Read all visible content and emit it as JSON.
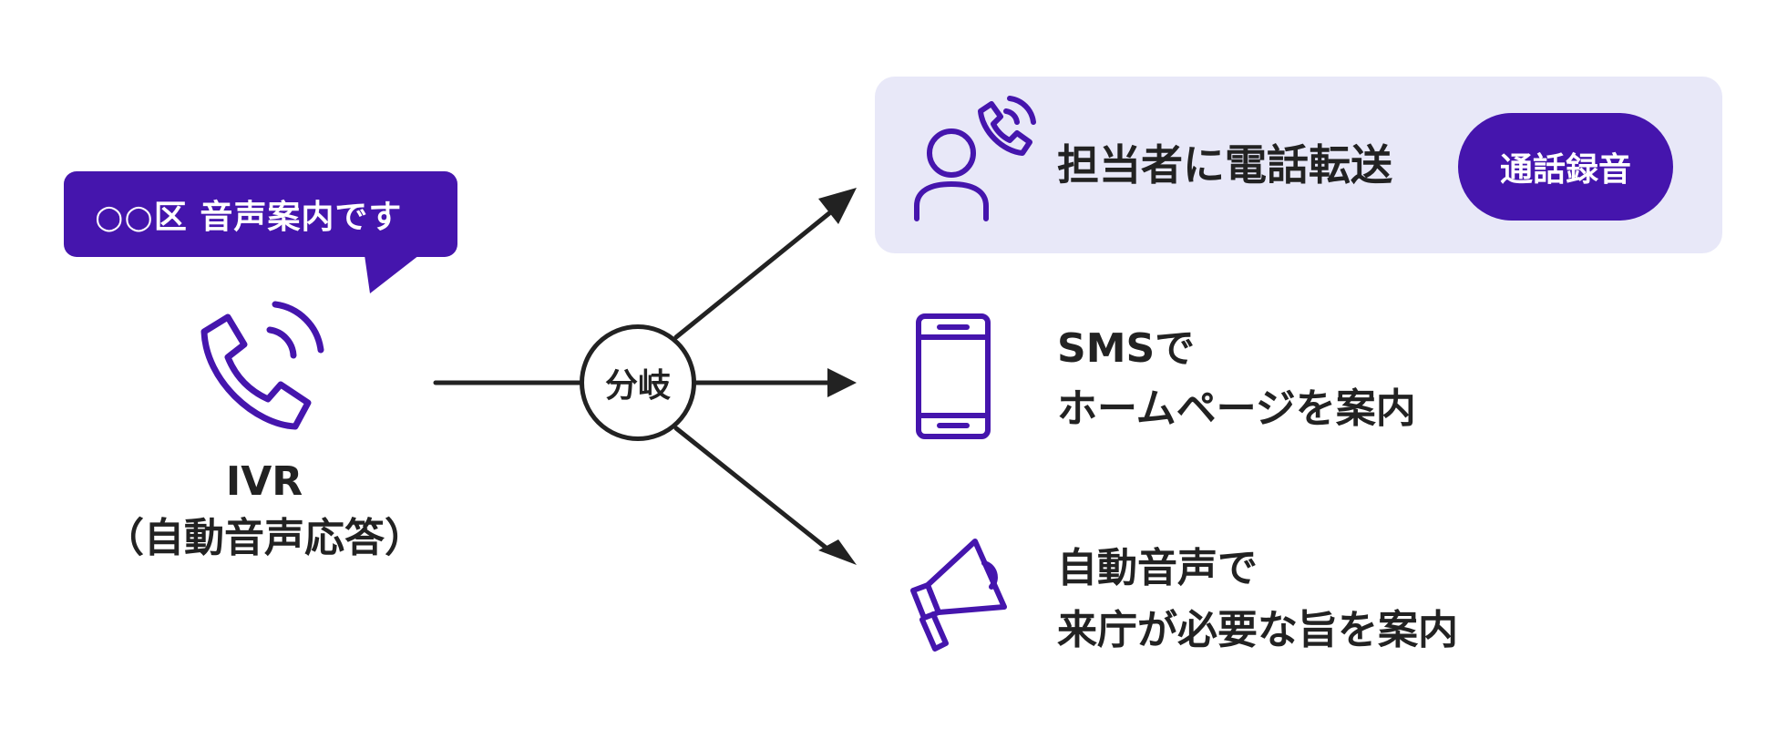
{
  "ivr": {
    "bubble_text": "○○区 音声案内です",
    "label_line1": "IVR",
    "label_line2": "（自動音声応答）"
  },
  "branch": {
    "label": "分岐"
  },
  "outcomes": {
    "transfer": {
      "label": "担当者に電話転送",
      "button_label": "通話録音"
    },
    "sms": {
      "line1": "SMSで",
      "line2": "ホームページを案内"
    },
    "voice": {
      "line1": "自動音声で",
      "line2": "来庁が必要な旨を案内"
    }
  },
  "colors": {
    "accent": "#4515ad",
    "panel_background": "#e8e8f8",
    "connector": "#222222"
  },
  "icons": {
    "ivr": "phone-ringing-icon",
    "transfer": "agent-with-phone-icon",
    "sms": "smartphone-icon",
    "voice": "megaphone-icon"
  }
}
